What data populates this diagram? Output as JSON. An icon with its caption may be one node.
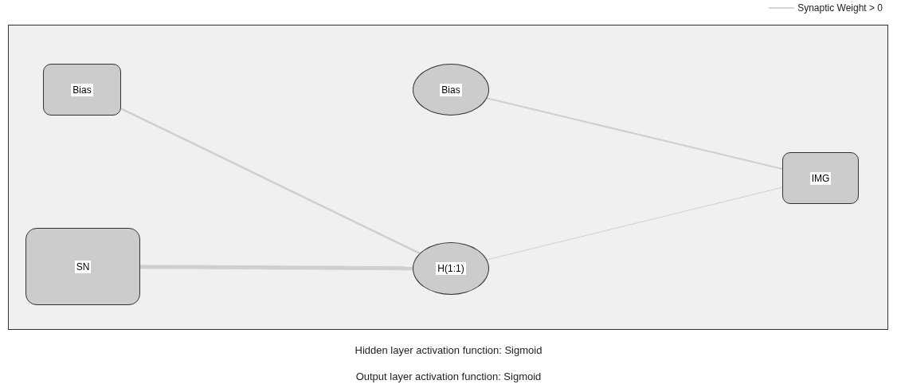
{
  "diagram": {
    "nodes": [
      {
        "text": [
          "Bias"
        ]
      },
      {
        "text": [
          "SN"
        ]
      },
      {
        "text": [
          "Bias"
        ]
      },
      {
        "text": [
          "H(1:1)"
        ]
      },
      {
        "text": [
          "IMG"
        ]
      }
    ],
    "edges": [
      {
        "from": 0,
        "to": 3,
        "arrow": "none"
      },
      {
        "from": 1,
        "to": 3,
        "arrow": "none",
        "style": "thick"
      },
      {
        "from": 2,
        "to": 4,
        "arrow": "none"
      },
      {
        "from": 3,
        "to": 4,
        "arrow": "none"
      }
    ],
    "labels": [
      "Hidden layer activation function: Sigmoid",
      "Output layer activation function: Sigmoid"
    ],
    "legend": [
      {
        "text": "Synaptic Weight > 0"
      }
    ]
  }
}
